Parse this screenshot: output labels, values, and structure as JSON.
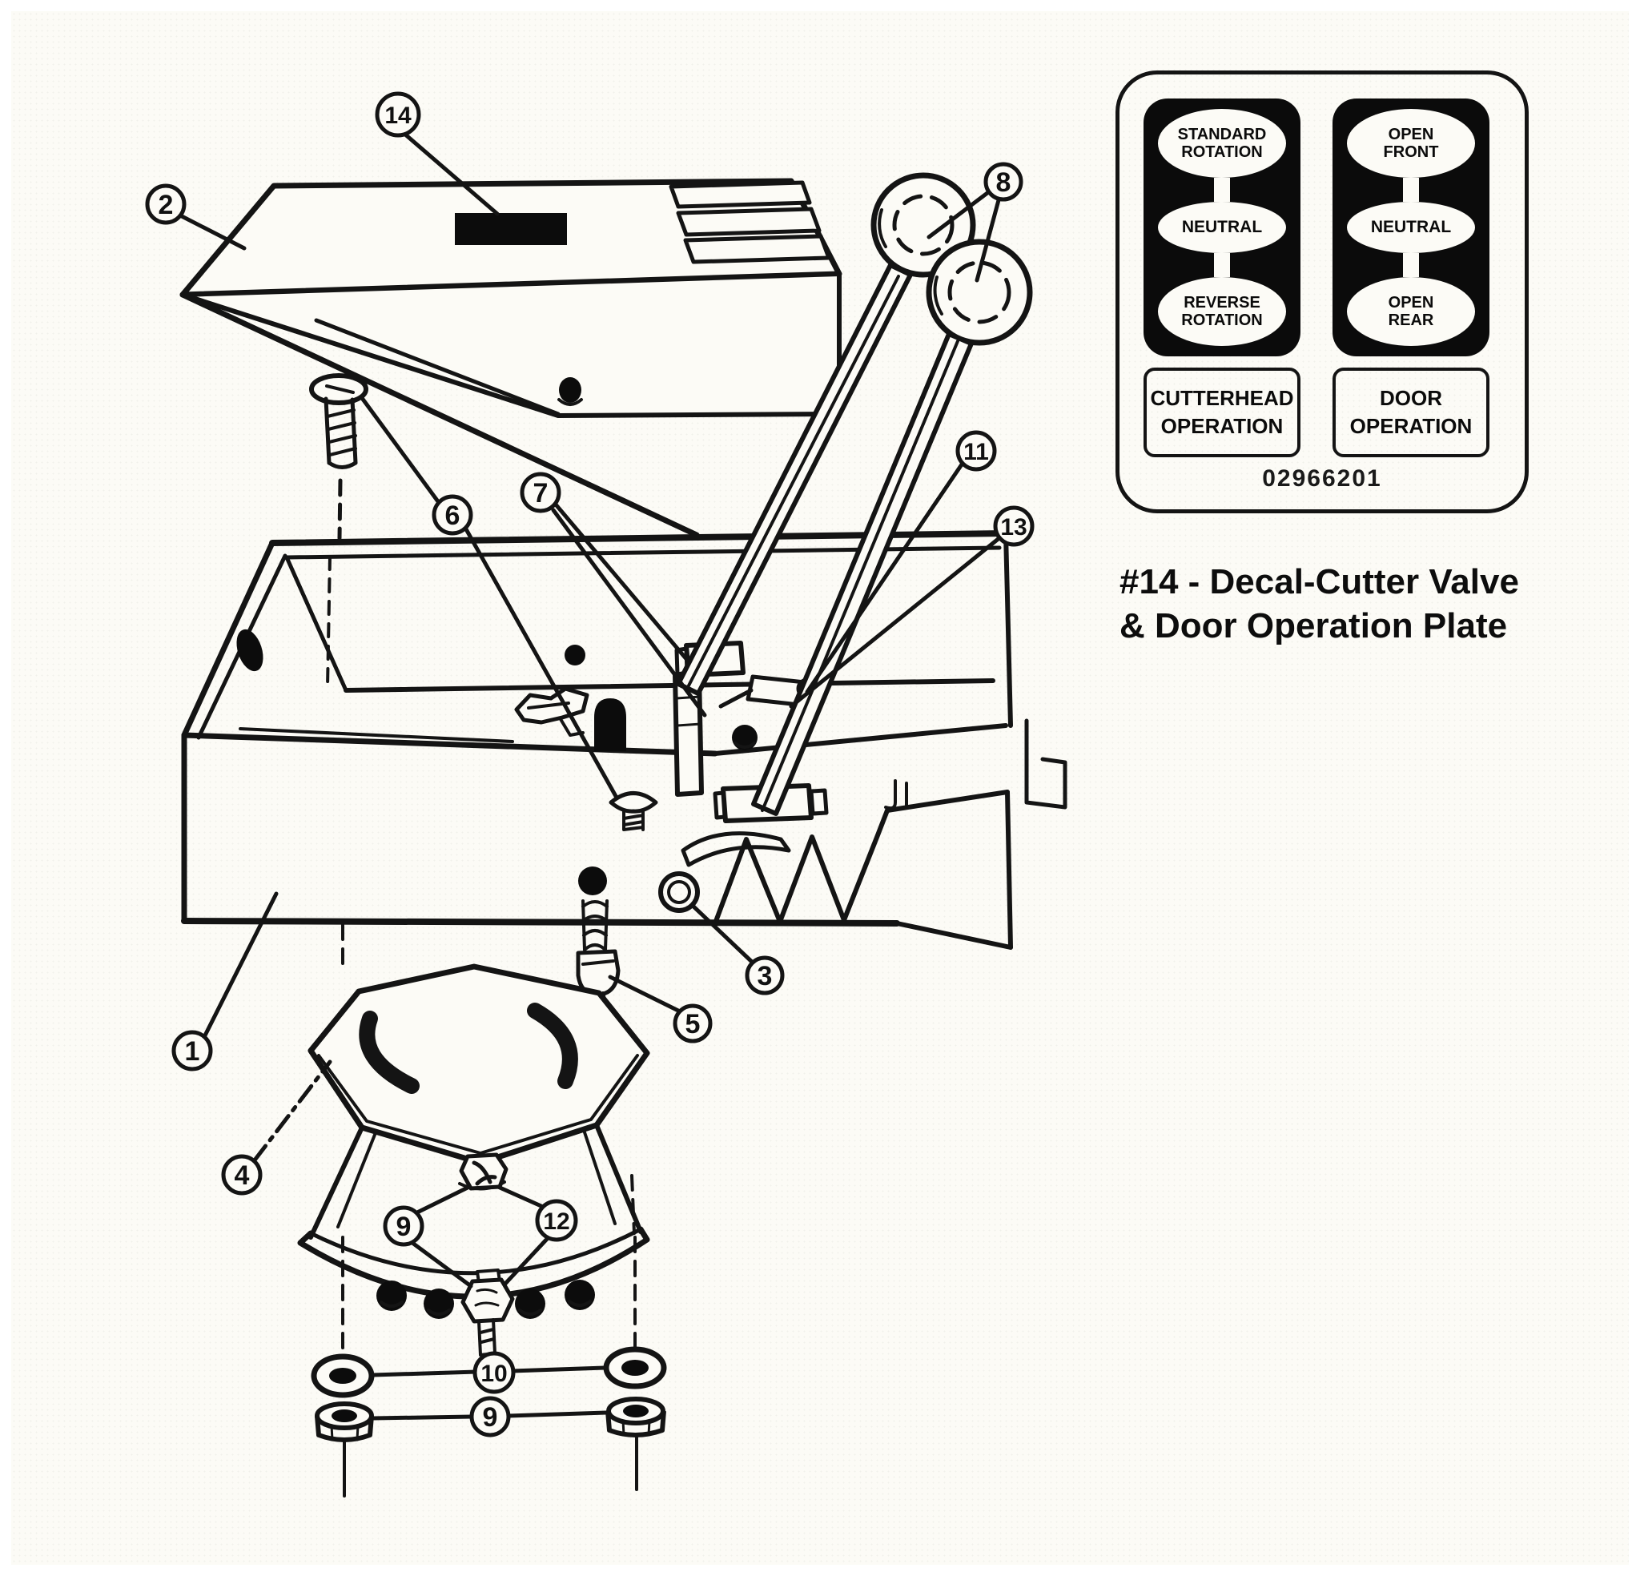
{
  "caption": {
    "line1": "#14 - Decal-Cutter Valve",
    "line2": "& Door Operation Plate"
  },
  "decal": {
    "part_number": "02966201",
    "cutterhead": {
      "top_line1": "STANDARD",
      "top_line2": "ROTATION",
      "mid": "NEUTRAL",
      "bot_line1": "REVERSE",
      "bot_line2": "ROTATION",
      "label_line1": "CUTTERHEAD",
      "label_line2": "OPERATION"
    },
    "door": {
      "top_line1": "OPEN",
      "top_line2": "FRONT",
      "mid": "NEUTRAL",
      "bot_line1": "OPEN",
      "bot_line2": "REAR",
      "label_line1": "DOOR",
      "label_line2": "OPERATION"
    },
    "ink_color": "#0b0b0b"
  },
  "callouts": {
    "c1": "1",
    "c2": "2",
    "c3": "3",
    "c4": "4",
    "c5": "5",
    "c6": "6",
    "c7": "7",
    "c8": "8",
    "c9": "9",
    "c9b": "9",
    "c10": "10",
    "c11": "11",
    "c12": "12",
    "c13": "13",
    "c14": "14"
  }
}
